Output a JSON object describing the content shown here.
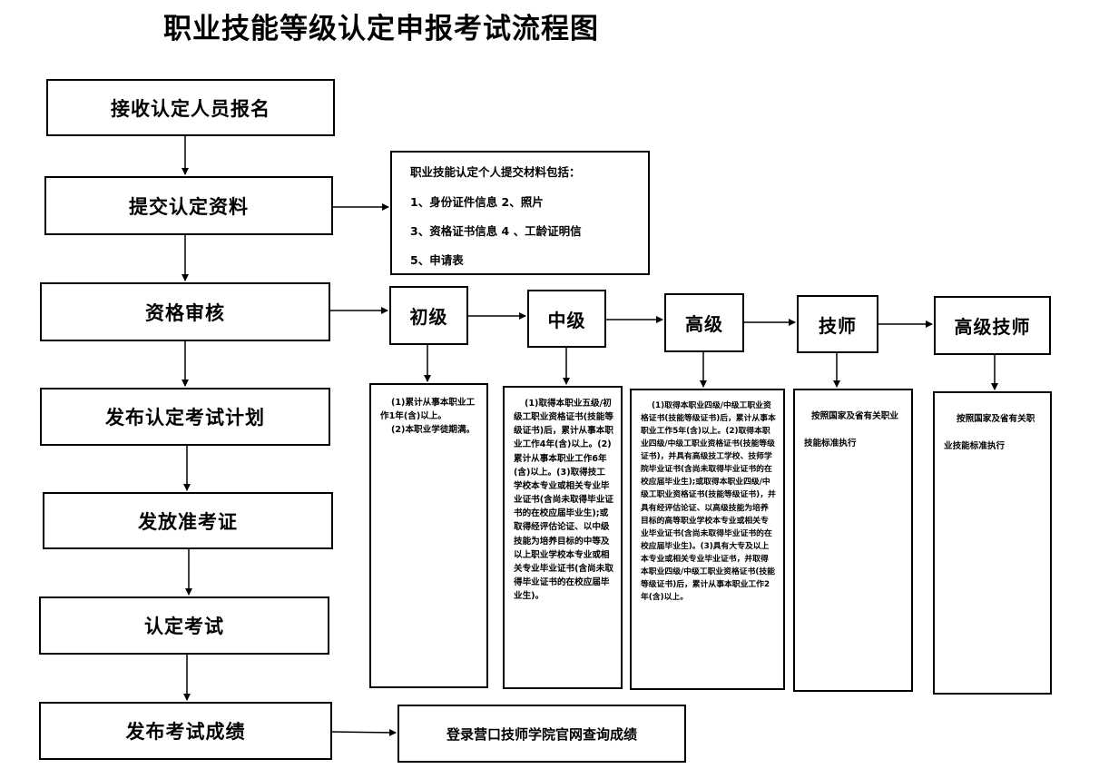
{
  "title": "职业技能等级认定申报考试流程图",
  "steps": [
    "接收认定人员报名",
    "提交认定资料",
    "资格审核",
    "发布认定考试计划",
    "发放准考证",
    "认定考试",
    "发布考试成绩"
  ],
  "materials": {
    "heading": "职业技能认定个人提交材料包括：",
    "lines": [
      "1、身份证件信息 2、照片",
      "3、资格证书信息 4 、工龄证明信",
      "5、申请表"
    ]
  },
  "levels": [
    {
      "name": "初级",
      "requirements": [
        "(1)累计从事本职业工作1年(含)以上。",
        "(2)本职业学徒期满。"
      ]
    },
    {
      "name": "中级",
      "requirements": [
        "(1)取得本职业五级/初级工职业资格证书(技能等级证书)后，累计从事本职业工作4年(含)以上。(2)累计从事本职业工作6年(含)以上。(3)取得技工学校本专业或相关专业毕业证书(含尚未取得毕业证书的在校应届毕业生);或取得经评估论证、以中级技能为培养目标的中等及以上职业学校本专业或相关专业毕业证书(含尚未取得毕业证书的在校应届毕业生)。"
      ]
    },
    {
      "name": "高级",
      "requirements": [
        "(1)取得本职业四级/中级工职业资格证书(技能等级证书)后，累计从事本职业工作5年(含)以上。(2)取得本职业四级/中级工职业资格证书(技能等级证书)，并具有高级技工学校、技师学院毕业证书(含尚未取得毕业证书的在校应届毕业生);或取得本职业四级/中级工职业资格证书(技能等级证书)，并具有经评估论证、以高级技能为培养目标的高等职业学校本专业或相关专业毕业证书(含尚未取得毕业证书的在校应届毕业生)。(3)具有大专及以上本专业或相关专业毕业证书，并取得本职业四级/中级工职业资格证书(技能等级证书)后，累计从事本职业工作2年(含)以上。"
      ]
    },
    {
      "name": "技师",
      "requirements": [
        "按照国家及省有关职业技能标准执行"
      ]
    },
    {
      "name": "高级技师",
      "requirements": [
        "按照国家及省有关职业技能标准执行"
      ]
    }
  ],
  "result_query": "登录营口技师学院官网查询成绩"
}
